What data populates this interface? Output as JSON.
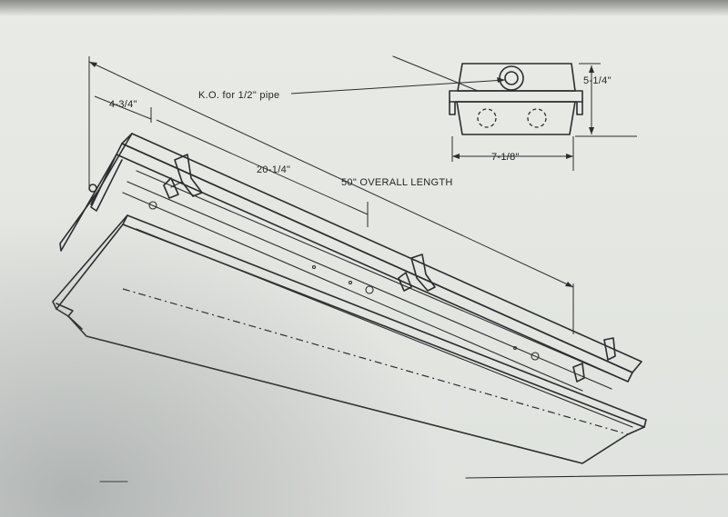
{
  "labels": {
    "knockout": "K.O. for 1/2\" pipe",
    "dim_end_offset": "4-3/4\"",
    "dim_mount_spacing": "20-1/4\"",
    "dim_overall_length": "50\" OVERALL LENGTH",
    "dim_box_height": "5-1/4\"",
    "dim_box_width": "7-1/8\""
  }
}
